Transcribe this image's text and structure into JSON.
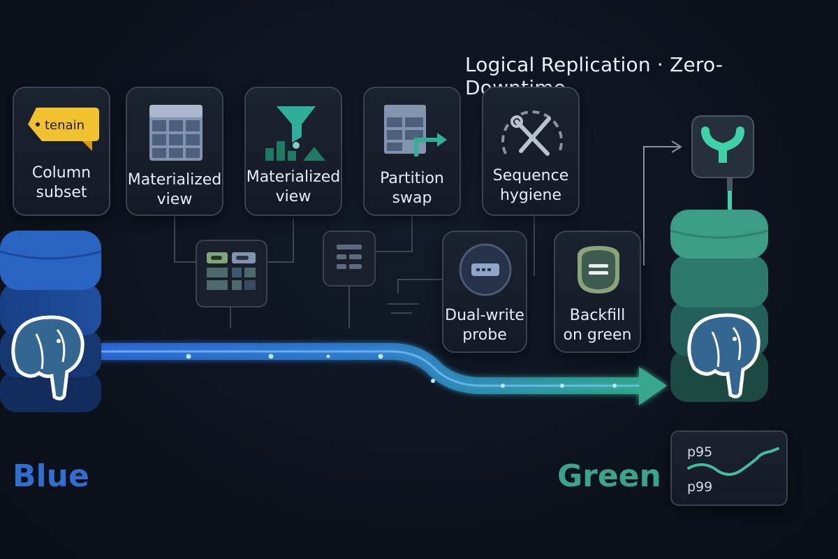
{
  "title": "Logical Replication · Zero-Downtime",
  "steps": [
    {
      "label": "Column\nsubset",
      "icon": "tag-icon",
      "tag_text": "tenain"
    },
    {
      "label": "Materialized\nview",
      "icon": "table-grid-icon"
    },
    {
      "label": "Materialized\nview",
      "icon": "funnel-chart-icon"
    },
    {
      "label": "Partition\nswap",
      "icon": "partition-arrow-icon"
    },
    {
      "label": "Sequence\nhygiene",
      "icon": "gauge-tools-icon"
    }
  ],
  "checks": [
    {
      "label": "Dual-write\nprobe",
      "icon": "probe-icon"
    },
    {
      "label": "Backfill\non green",
      "icon": "backfill-icon"
    }
  ],
  "databases": {
    "blue": {
      "label": "Blue",
      "icon": "postgres-elephant-icon",
      "color": "#2f6fd0"
    },
    "green": {
      "label": "Green",
      "icon": "postgres-elephant-icon",
      "color": "#3aa58a"
    }
  },
  "switch_icon": "switch-icon",
  "metrics": {
    "p95": "p95",
    "p99": "p99"
  }
}
